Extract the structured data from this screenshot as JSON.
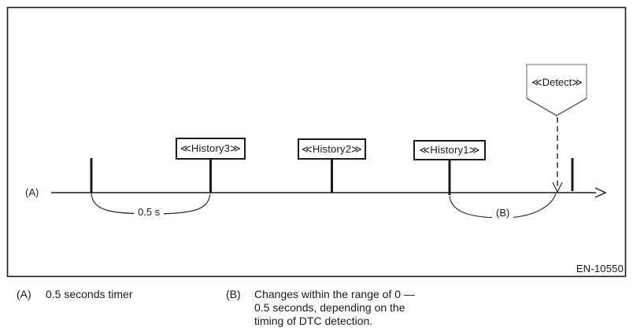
{
  "figure": {
    "figure_id": "EN-10550",
    "axis_label_a": "(A)",
    "timer_label": "0.5 s",
    "range_label": "(B)",
    "detect_label": "≪Detect≫",
    "history_markers": [
      {
        "label": "≪History3≫"
      },
      {
        "label": "≪History2≫"
      },
      {
        "label": "≪History1≫"
      }
    ]
  },
  "legend": {
    "a": {
      "key": "(A)",
      "text": "0.5 seconds timer"
    },
    "b": {
      "key": "(B)",
      "lines": [
        "Changes within the range of 0 —",
        "0.5 seconds, depending on the",
        "timing of DTC detection."
      ]
    }
  },
  "colors": {
    "line": "#1a1a1a",
    "brace": "#2b2b2b",
    "detect_outline_light": "#9c9c9c",
    "detect_outline_dark": "#4f4f4f",
    "background": "#ffffff"
  }
}
